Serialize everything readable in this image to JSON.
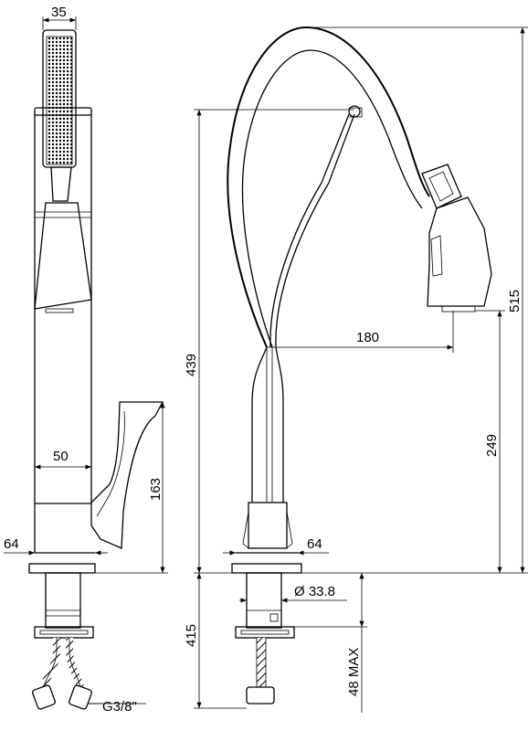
{
  "dimensions": {
    "d35": "35",
    "d50": "50",
    "d163": "163",
    "d64_left": "64",
    "d439": "439",
    "d180": "180",
    "d515": "515",
    "d249": "249",
    "d64_right": "64",
    "d338": "Ø 33.8",
    "d415": "415",
    "d48max": "48 MAX",
    "thread": "G3/8\""
  }
}
